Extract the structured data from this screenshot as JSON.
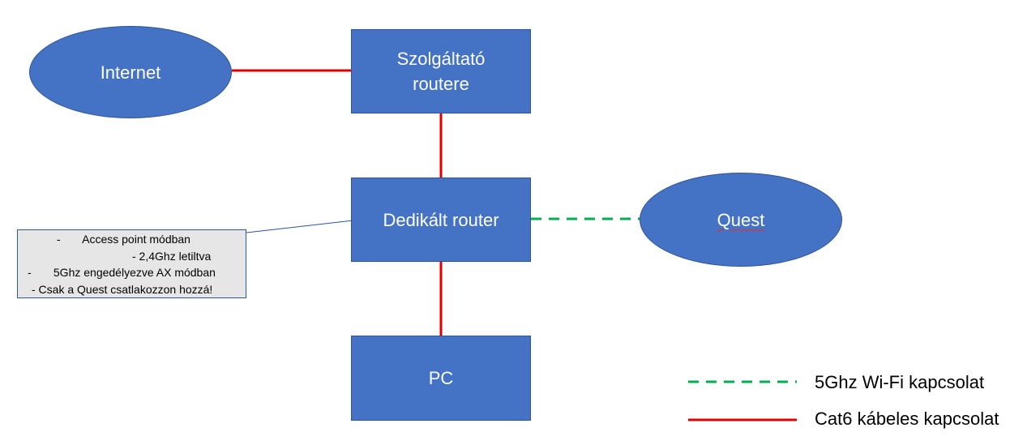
{
  "nodes": {
    "internet": "Internet",
    "provider_router": "Szolgáltató\nrouter​e",
    "dedicated_router": "Dedikált router",
    "quest": "Quest",
    "pc": "PC"
  },
  "note": {
    "lines": [
      "-       Access point módban",
      "- 2,4Ghz letiltva",
      "-       5Ghz engedélyezve AX módban",
      "- Csak a Quest csatlakozzon hozzá!"
    ]
  },
  "legend": {
    "wifi_label": "5Ghz Wi-Fi kapcsolat",
    "cable_label": "Cat6 kábeles kapcsolat",
    "wifi_color": "#00b050",
    "cable_color": "#e00000"
  }
}
